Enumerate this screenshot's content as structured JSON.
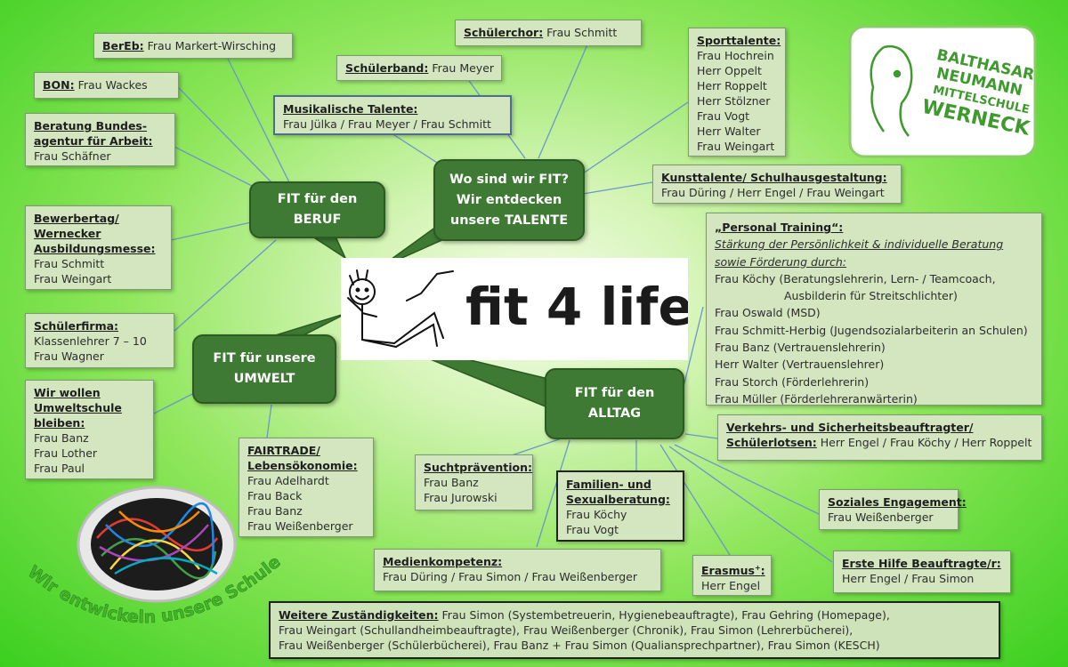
{
  "center": {
    "title": "fit 4 life"
  },
  "logo": {
    "lines": [
      "BALTHASAR",
      "NEUMANN",
      "MITTELSCHULE",
      "WERNECK"
    ]
  },
  "slogan": "Wir entwickeln unsere Schule!",
  "bubbles": {
    "beruf": [
      "FIT für den",
      "BERUF"
    ],
    "talente": [
      "Wo sind wir FIT?",
      "Wir entdecken",
      "unsere TALENTE"
    ],
    "umwelt": [
      "FIT für unsere",
      "UMWELT"
    ],
    "alltag": [
      "FIT für den",
      "ALLTAG"
    ]
  },
  "boxes": {
    "bereb": {
      "label": "BerEb:",
      "text": " Frau Markert-Wirsching"
    },
    "bon": {
      "label": "BON:",
      "text": " Frau Wackes"
    },
    "beratung": {
      "label1": "Beratung Bundes-",
      "label2": "agentur für Arbeit:",
      "text": "Frau Schäfner"
    },
    "bewerbertag": {
      "label1": "Bewerbertag/",
      "label2": "Wernecker",
      "label3": "Ausbildungsmesse:",
      "items": [
        "Frau Schmitt",
        "Frau Weingart"
      ]
    },
    "schuelerfirma": {
      "label": "Schülerfirma:",
      "items": [
        "Klassenlehrer 7 – 10",
        "Frau Wagner"
      ]
    },
    "umweltschule": {
      "label1": "Wir wollen",
      "label2": "Umweltschule",
      "label3": "bleiben:",
      "items": [
        "Frau Banz",
        "Frau Lother",
        "Frau Paul"
      ]
    },
    "fairtrade": {
      "label1": "FAIRTRADE/",
      "label2": "Lebensökonomie:",
      "items": [
        "Frau Adelhardt",
        "Frau Back",
        "Frau Banz",
        "Frau Weißenberger"
      ]
    },
    "suchtpraevention": {
      "label": "Suchtprävention:",
      "items": [
        "Frau Banz",
        "Frau Jurowski"
      ]
    },
    "familien": {
      "label1": "Familien- und",
      "label2": "Sexualberatung:",
      "items": [
        "Frau Köchy",
        "Frau Vogt"
      ]
    },
    "medien": {
      "label": "Medienkompetenz:",
      "text": "Frau Düring / Frau Simon / Frau Weißenberger"
    },
    "erasmus": {
      "label": "Erasmus",
      "sup": "+",
      "colon": ":",
      "text": "Herr Engel"
    },
    "erstehilfe": {
      "label": "Erste Hilfe Beauftragte/r:",
      "text": "Herr Engel / Frau Simon"
    },
    "sozial": {
      "label": "Soziales Engagement:",
      "text": "Frau Weißenberger"
    },
    "verkehr": {
      "label1": "Verkehrs- und Sicherheitsbeauftragter/",
      "label2": "Schülerlotsen:",
      "text2": " Herr Engel / Frau Köchy / Herr Roppelt"
    },
    "personal": {
      "label": "„Personal Training“:",
      "sub1": "Stärkung der Persönlichkeit & individuelle Beratung",
      "sub2": "sowie Förderung durch:",
      "items": [
        "Frau Köchy (Beratungslehrerin, Lern- / Teamcoach,",
        "Ausbilderin für Streitschlichter)",
        "Frau Oswald (MSD)",
        "Frau Schmitt-Herbig (Jugendsozialarbeiterin an Schulen)",
        "Frau Banz (Vertrauenslehrerin)",
        "Herr Walter (Vertrauenslehrer)",
        "Frau Storch (Förderlehrerin)",
        "Frau Müller (Förderlehreranwärterin)"
      ]
    },
    "kunst": {
      "label": "Kunsttalente/ Schulhausgestaltung:",
      "text": "Frau Düring / Herr Engel / Frau Weingart"
    },
    "sport": {
      "label": "Sporttalente:",
      "items": [
        "Frau Hochrein",
        "Herr Oppelt",
        "Herr Roppelt",
        "Herr Stölzner",
        "Frau Vogt",
        "Herr Walter",
        "Frau Weingart"
      ]
    },
    "chor": {
      "label": "Schülerchor:",
      "text": " Frau Schmitt"
    },
    "band": {
      "label": "Schülerband:",
      "text": " Frau Meyer"
    },
    "musik": {
      "label": "Musikalische Talente:",
      "text": "Frau Jülka / Frau Meyer / Frau Schmitt"
    },
    "weitere": {
      "label": "Weitere Zuständigkeiten:",
      "line1": " Frau Simon (Systembetreuerin, Hygienebeauftragte), Frau Gehring (Homepage),",
      "line2": "Frau Weingart (Schullandheimbeauftragte), Frau Weißenberger (Chronik), Frau Simon (Lehrerbücherei),",
      "line3": "Frau Weißenberger (Schülerbücherei), Frau Banz + Frau Simon (Qualiansprechpartner), Frau Simon (KESCH)"
    }
  },
  "colors": {
    "bubble": "#3e7a33",
    "box": "#d3e6bf",
    "connector": "#6b97c9",
    "background_edge": "#3bcf1f"
  }
}
